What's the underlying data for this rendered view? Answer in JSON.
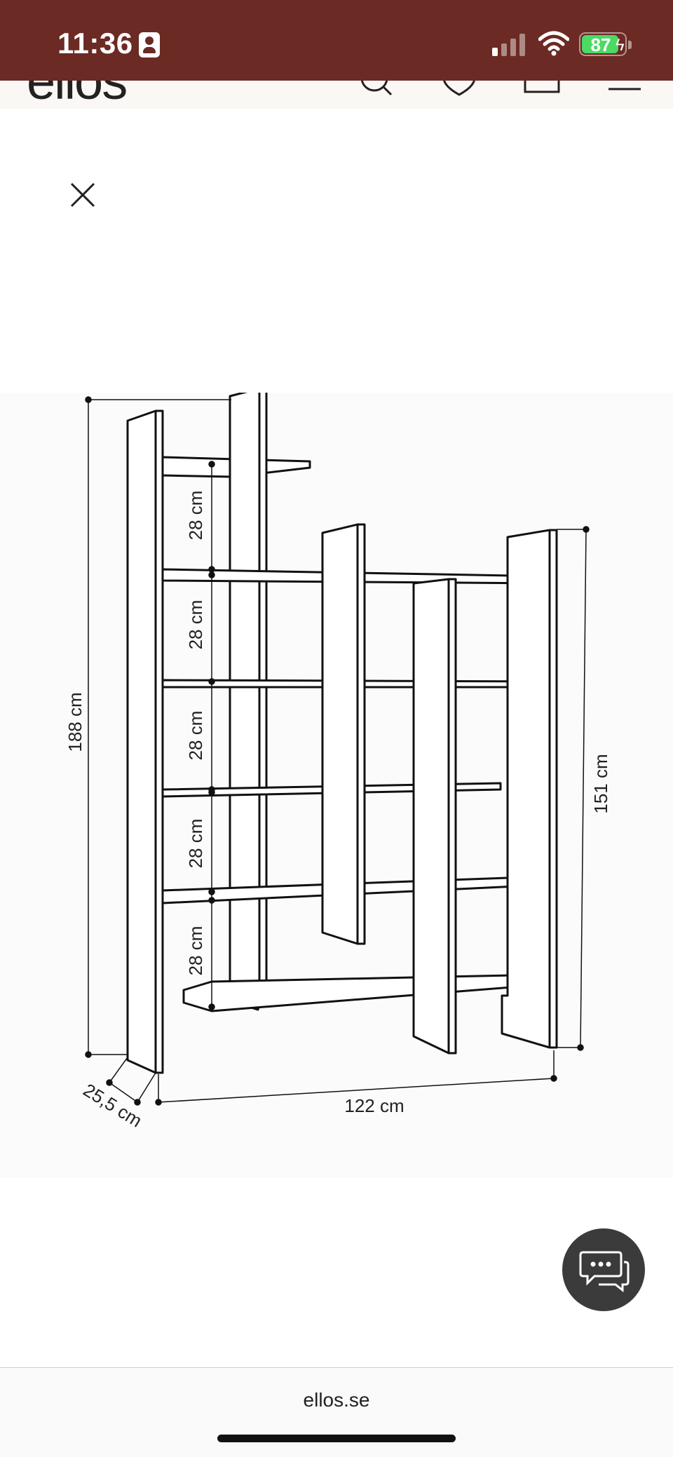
{
  "status_bar": {
    "time": "11:36",
    "battery_percent": "87",
    "battery_level": 0.87,
    "background": "#6b2a23",
    "battery_color": "#4cd964",
    "icons": [
      "person-badge-icon",
      "cellular-signal-icon",
      "wifi-icon",
      "battery-charging-icon"
    ]
  },
  "header": {
    "logo": "ellos",
    "icons": [
      "search-icon",
      "heart-icon",
      "bag-icon",
      "menu-icon"
    ]
  },
  "modal": {
    "close_icon": "close-icon"
  },
  "product_image": {
    "dimensions": {
      "total_height": "188 cm",
      "right_height": "151 cm",
      "width": "122 cm",
      "depth": "25,5 cm",
      "shelf_spacing": [
        "28 cm",
        "28 cm",
        "28 cm",
        "28 cm",
        "28 cm"
      ]
    }
  },
  "chat": {
    "icon": "chat-bubbles-icon"
  },
  "browser": {
    "url": "ellos.se"
  }
}
